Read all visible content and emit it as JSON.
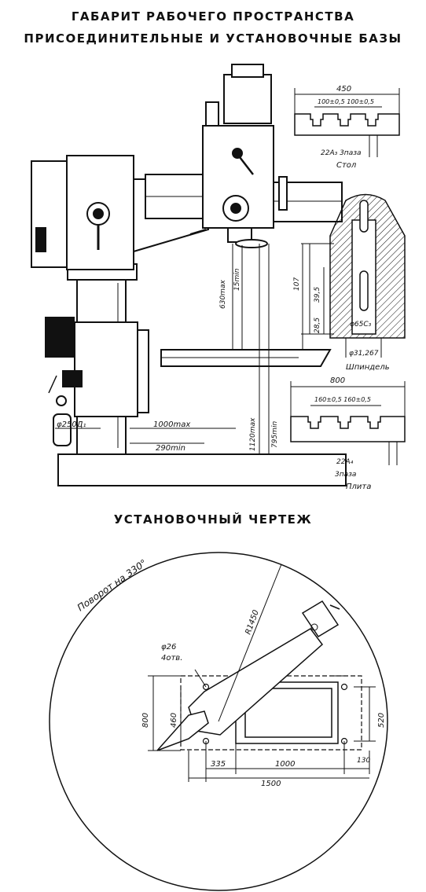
{
  "title_line1": "ГАБАРИТ РАБОЧЕГО ПРОСТРАНСТВА",
  "title_line2": "ПРИСОЕДИНИТЕЛЬНЫЕ И УСТАНОВОЧНЫЕ БАЗЫ",
  "title_install": "УСТАНОВОЧНЫЙ ЧЕРТЕЖ",
  "table_detail": {
    "width": "450",
    "spacing": "100±0,5 100±0,5",
    "slot": "22A₃ 3паза",
    "label": "Стол"
  },
  "spindle_detail": {
    "d107": "107",
    "d39_5": "39,5",
    "d28_5": "28,5",
    "d65": "φ65С₃",
    "d31": "φ31,267",
    "label": "Шпиндель"
  },
  "base_detail": {
    "width": "800",
    "spacing": "160±0,5 160±0,5",
    "slot": "22A₄",
    "slot_count": "3паза",
    "label": "Плита"
  },
  "machine_dims": {
    "d630": "630max",
    "d15": "15min",
    "d1120": "1120max",
    "d795": "795min",
    "column": "φ250Д₁",
    "reach_max": "1000max",
    "reach_min": "290min"
  },
  "install_dims": {
    "rotation": "Поворот на 330°",
    "radius": "R1450",
    "hole_d": "φ26",
    "hole_note": "4отв.",
    "d800": "800",
    "d460": "460",
    "d520": "520",
    "d335": "335",
    "d1000": "1000",
    "d130": "130",
    "d1500": "1500"
  }
}
